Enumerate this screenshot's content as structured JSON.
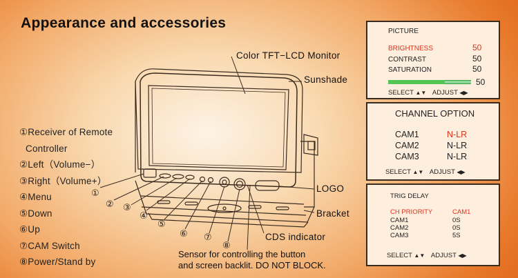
{
  "title": "Appearance and accessories",
  "legend": [
    "①Receiver of Remote",
    "Controller",
    "②Left（Volume−）",
    "③Right（Volume+）",
    "④Menu",
    "⑤Down",
    "⑥Up",
    "⑦CAM  Switch",
    "⑧Power/Stand by"
  ],
  "callouts": {
    "monitor": "Color TFT−LCD Monitor",
    "sunshade": "Sunshade",
    "logo": "LOGO",
    "bracket": "Bracket",
    "cds": "CDS indicator"
  },
  "sensor_note": {
    "line1": "Sensor for controlling the button",
    "line2": "and screen backlit. DO NOT BLOCK."
  },
  "numbers": [
    "①",
    "②",
    "③",
    "④",
    "⑤",
    "⑥",
    "⑦",
    "⑧"
  ],
  "picture_menu": {
    "title": "PICTURE",
    "brightness_label": "BRIGHTNESS",
    "brightness_value": "50",
    "contrast_label": "CONTRAST",
    "contrast_value": "50",
    "saturation_label": "SATURATION",
    "saturation_value": "50",
    "bar_value": "50",
    "bar_fraction": 0.5,
    "select": "SELECT",
    "adjust": "ADJUST"
  },
  "channel_menu": {
    "title": "CHANNEL OPTION",
    "rows": [
      {
        "cam": "CAM1",
        "mode": "N-LR"
      },
      {
        "cam": "CAM2",
        "mode": "N-LR"
      },
      {
        "cam": "CAM3",
        "mode": "N-LR"
      }
    ],
    "select": "SELECT",
    "adjust": "ADJUST"
  },
  "trig_menu": {
    "title": "TRIG DELAY",
    "priority_label": "CH PRIORITY",
    "priority_value": "CAM1",
    "rows": [
      {
        "cam": "CAM1",
        "delay": "0S"
      },
      {
        "cam": "CAM2",
        "delay": "0S"
      },
      {
        "cam": "CAM3",
        "delay": "5S"
      }
    ],
    "select": "SELECT",
    "adjust": "ADJUST"
  },
  "colors": {
    "highlight": "#e0331c",
    "bar": "#2fa23a",
    "panel_bg": "#fdeede"
  }
}
